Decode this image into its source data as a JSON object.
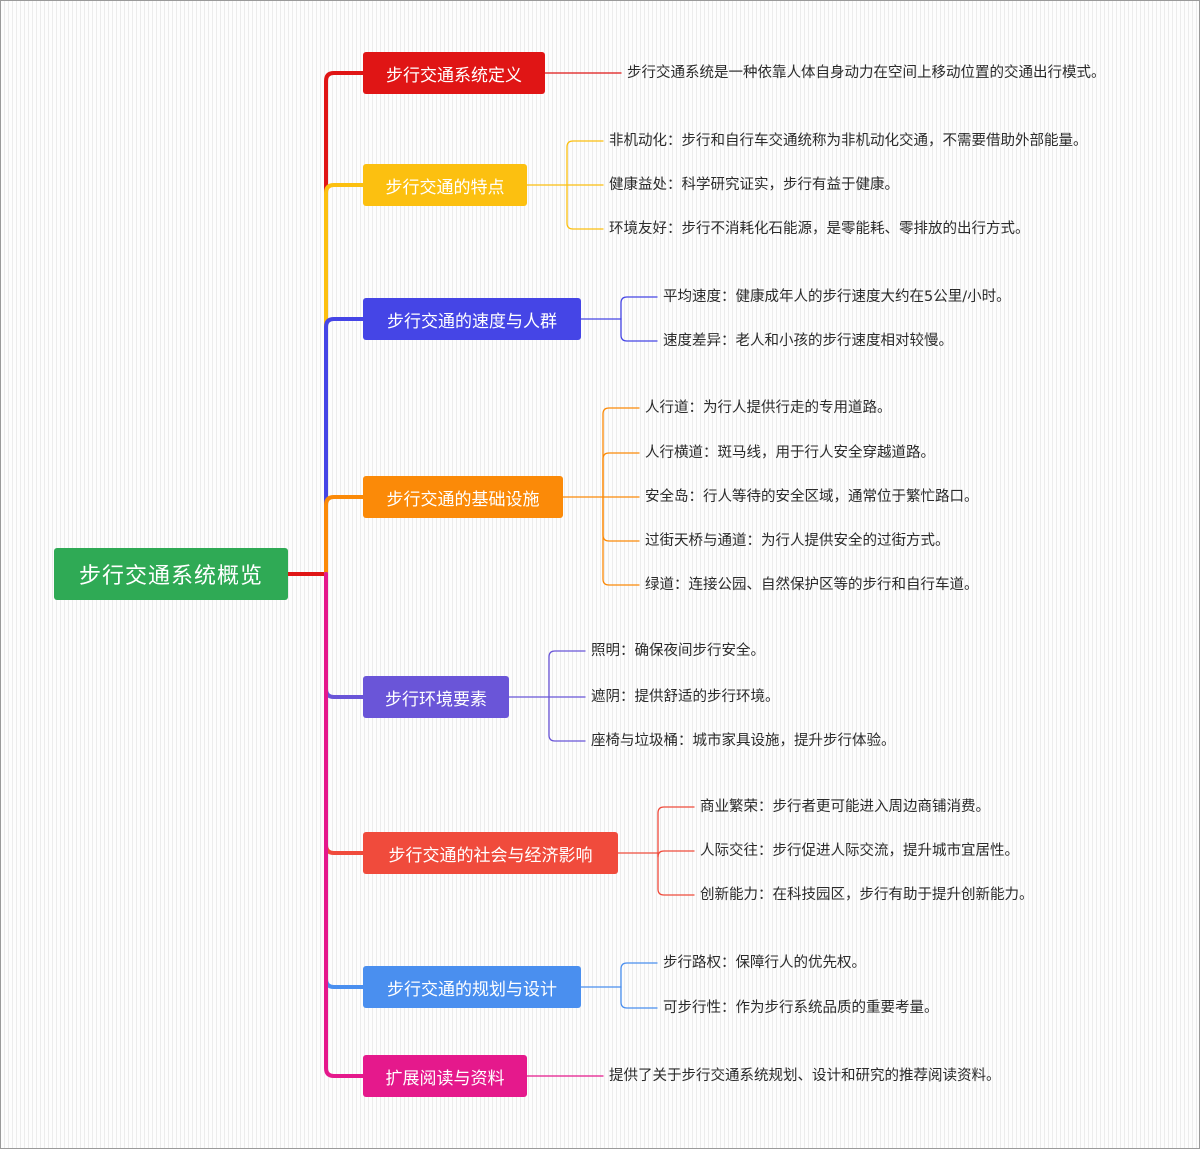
{
  "root": {
    "label": "步行交通系统概览",
    "color": "#2faa55"
  },
  "branches": [
    {
      "label": "步行交通系统定义",
      "color": "#e01515",
      "leaves": [
        "步行交通系统是一种依靠人体自身动力在空间上移动位置的交通出行模式。"
      ]
    },
    {
      "label": "步行交通的特点",
      "color": "#fcc010",
      "leaves": [
        "非机动化：步行和自行车交通统称为非机动化交通，不需要借助外部能量。",
        "健康益处：科学研究证实，步行有益于健康。",
        "环境友好：步行不消耗化石能源，是零能耗、零排放的出行方式。"
      ]
    },
    {
      "label": "步行交通的速度与人群",
      "color": "#4545e6",
      "leaves": [
        "平均速度：健康成年人的步行速度大约在5公里/小时。",
        "速度差异：老人和小孩的步行速度相对较慢。"
      ]
    },
    {
      "label": "步行交通的基础设施",
      "color": "#fb8a08",
      "leaves": [
        "人行道：为行人提供行走的专用道路。",
        "人行横道：斑马线，用于行人安全穿越道路。",
        "安全岛：行人等待的安全区域，通常位于繁忙路口。",
        "过街天桥与通道：为行人提供安全的过街方式。",
        "绿道：连接公园、自然保护区等的步行和自行车道。"
      ]
    },
    {
      "label": "步行环境要素",
      "color": "#6a55d8",
      "leaves": [
        "照明：确保夜间步行安全。",
        "遮阴：提供舒适的步行环境。",
        "座椅与垃圾桶：城市家具设施，提升步行体验。"
      ]
    },
    {
      "label": "步行交通的社会与经济影响",
      "color": "#f04b3c",
      "leaves": [
        "商业繁荣：步行者更可能进入周边商铺消费。",
        "人际交往：步行促进人际交流，提升城市宜居性。",
        "创新能力：在科技园区，步行有助于提升创新能力。"
      ]
    },
    {
      "label": "步行交通的规划与设计",
      "color": "#4a8fef",
      "leaves": [
        "步行路权：保障行人的优先权。",
        "可步行性：作为步行系统品质的重要考量。"
      ]
    },
    {
      "label": "扩展阅读与资料",
      "color": "#e5198c",
      "leaves": [
        "提供了关于步行交通系统规划、设计和研究的推荐阅读资料。"
      ]
    }
  ]
}
